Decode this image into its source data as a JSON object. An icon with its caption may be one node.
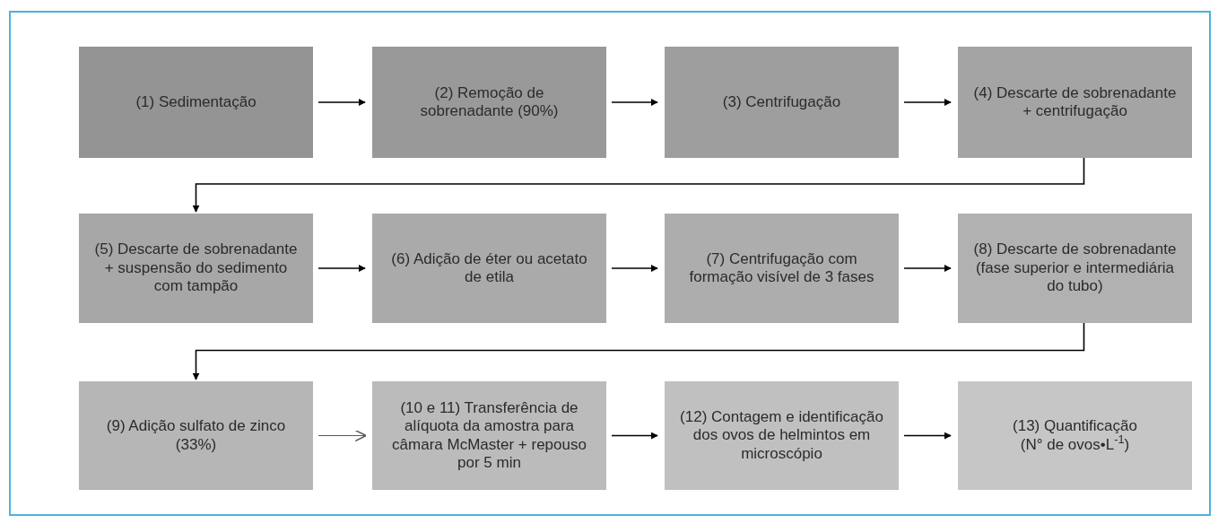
{
  "diagram": {
    "nodes": [
      {
        "text": [
          "(1) Sedimentação"
        ]
      },
      {
        "text": [
          "(2) Remoção de sobrenadante (90%)"
        ]
      },
      {
        "text": [
          "(3) Centrifugação"
        ]
      },
      {
        "text": [
          "(4) Descarte de sobrenadante + centrifugação"
        ]
      },
      {
        "text": [
          "(5) Descarte de sobrenadante + suspensão do sedimento com tampão"
        ]
      },
      {
        "text": [
          "(6) Adição de éter ou acetato de etila"
        ]
      },
      {
        "text": [
          "(7) Centrifugação com formação visível de 3 fases"
        ]
      },
      {
        "text": [
          "(8) Descarte de sobrenadante (fase superior e intermediária do tubo)"
        ]
      },
      {
        "text": [
          "(9) Adição sulfato de zinco (33%)"
        ]
      },
      {
        "text": [
          "(10 e 11) Transferência de alíquota da amostra para câmara McMaster + repouso por 5 min"
        ]
      },
      {
        "text": [
          "(12) Contagem e identificação dos ovos de helmintos em microscópio"
        ]
      },
      {
        "text": [
          "(13) Quantificação",
          "(N° de ovos•L$^{-1}$)"
        ]
      }
    ],
    "edges": [
      {
        "from": 0,
        "to": 1,
        "arrow": "to"
      },
      {
        "from": 1,
        "to": 2,
        "arrow": "to"
      },
      {
        "from": 2,
        "to": 3,
        "arrow": "to"
      },
      {
        "from": 3,
        "to": 4,
        "arrow": "to"
      },
      {
        "from": 4,
        "to": 5,
        "arrow": "to"
      },
      {
        "from": 5,
        "to": 6,
        "arrow": "to"
      },
      {
        "from": 6,
        "to": 7,
        "arrow": "to"
      },
      {
        "from": 7,
        "to": 8,
        "arrow": "to"
      },
      {
        "from": 8,
        "to": 9,
        "arrow": "to",
        "color": "#595959"
      },
      {
        "from": 9,
        "to": 10,
        "arrow": "to"
      },
      {
        "from": 10,
        "to": 11,
        "arrow": "to"
      }
    ]
  }
}
